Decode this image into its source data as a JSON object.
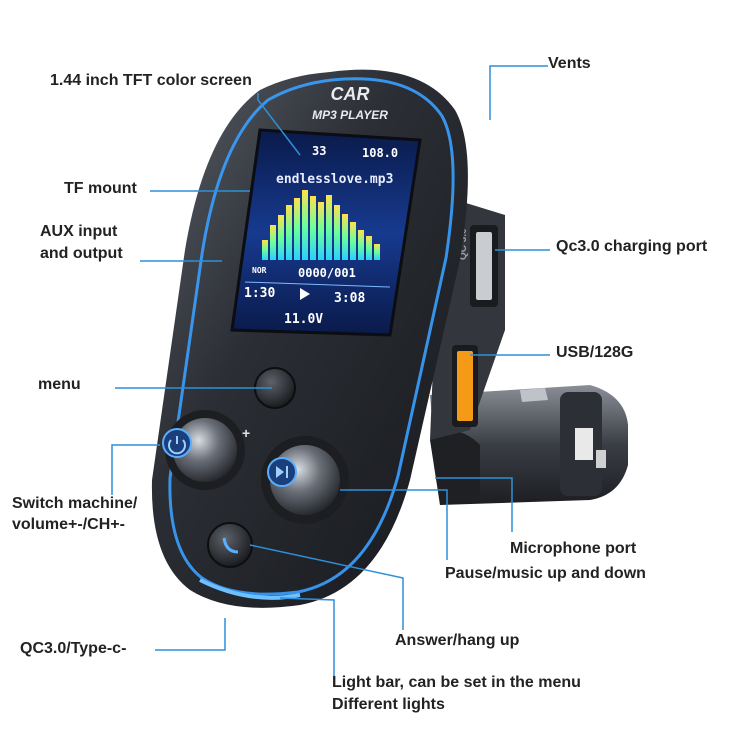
{
  "device": {
    "brand_line1": "CAR",
    "brand_line2": "MP3 PLAYER",
    "port_label": "QC 3.0"
  },
  "screen": {
    "status_volume": "33",
    "status_freq": "108.0",
    "track_name": "endlesslove.mp3",
    "mode_label": "NOR",
    "track_counter": "0000/001",
    "elapsed": "1:30",
    "duration": "3:08",
    "voltage": "11.0V"
  },
  "labels": {
    "tft_screen": "1.44 inch TFT color screen",
    "vents": "Vents",
    "tf_mount": "TF mount",
    "aux_line1": "AUX input",
    "aux_line2": "and output",
    "qc_port": "Qc3.0 charging port",
    "usb": "USB/128G",
    "menu": "menu",
    "switch_line1": "Switch machine/",
    "switch_line2": "volume+-/CH+-",
    "microphone": "Microphone port",
    "pause": "Pause/music up and down",
    "answer": "Answer/hang up",
    "qc_typec": "QC3.0/Type-c-",
    "lightbar_line1": "Light bar, can be set in the menu",
    "lightbar_line2": "Different lights"
  },
  "colors": {
    "leader_line": "#2f8fd8",
    "body": "#2a2d33",
    "glow": "#3aa0ff",
    "usb_orange": "#f59a16"
  }
}
